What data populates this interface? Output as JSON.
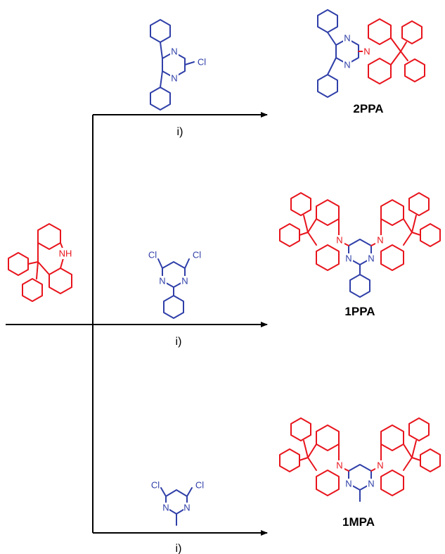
{
  "colors": {
    "reagent": "#2f3fa8",
    "acridine": "#e8141c",
    "arrow": "#000000"
  },
  "atoms": {
    "nitrogen": "N",
    "amine": "NH",
    "chlorine": "Cl"
  },
  "products": [
    {
      "label": "2PPA"
    },
    {
      "label": "1PPA"
    },
    {
      "label": "1MPA"
    }
  ],
  "conditions": [
    "i)",
    "i)",
    "i)"
  ]
}
